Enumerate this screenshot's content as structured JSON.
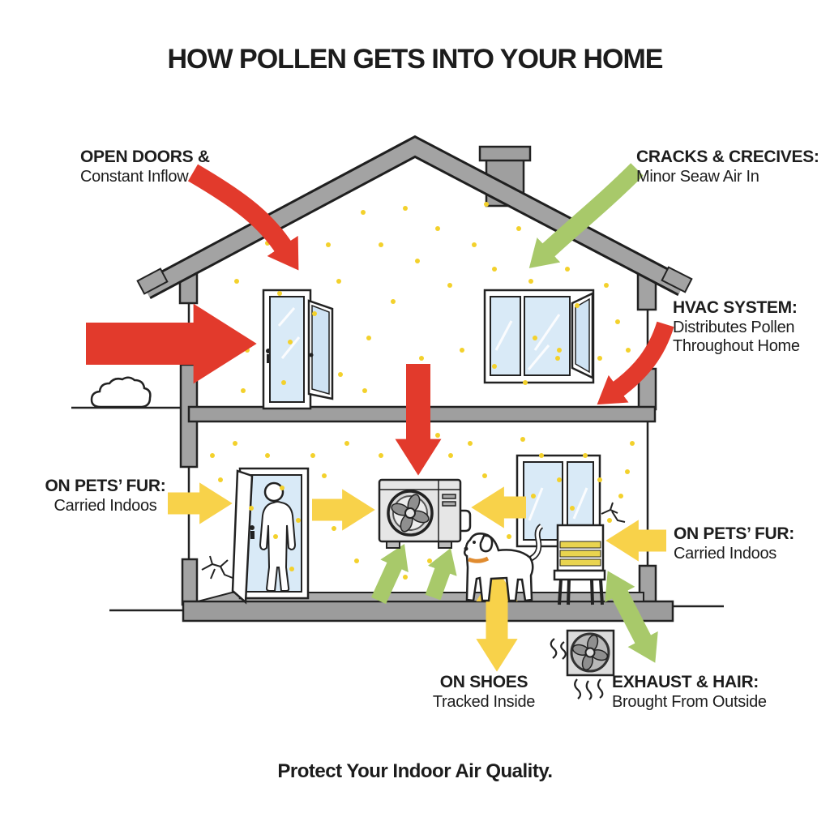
{
  "title": "HOW POLLEN GETS INTO YOUR HOME",
  "footer": "Protect Your Indoor Air Quality.",
  "labels": {
    "open_doors": {
      "heading": "OPEN DOORS &",
      "sub": "Constant Inflow"
    },
    "cracks": {
      "heading": "CRACKS & CRECIVES:",
      "sub": "Minor Seaw Air In"
    },
    "hvac": {
      "heading": "HVAC SYSTEM:",
      "sub1": "Distributes Pollen",
      "sub2": "Throughout Home"
    },
    "pets_left": {
      "heading": "ON PETS’ FUR:",
      "sub": "Carried Indoos"
    },
    "pets_right": {
      "heading": "ON PETS’ FUR:",
      "sub": "Carried Indoos"
    },
    "shoes": {
      "heading": "ON SHOES",
      "sub": "Tracked Inside"
    },
    "exhaust": {
      "heading": "EXHAUST & HAIR:",
      "sub": "Brought From Outside"
    }
  },
  "colors": {
    "arrow_red": "#e23a2c",
    "arrow_green": "#a8c96a",
    "arrow_yellow": "#f8d24a",
    "structure_gray": "#a3a3a3",
    "glass_blue": "#d9eaf7",
    "pollen_yellow": "#f3d12c",
    "text": "#1d1d1d",
    "background": "#ffffff"
  },
  "scene": {
    "type": "house-cross-section-infographic",
    "elements": [
      "house-roof",
      "chimney",
      "left-wall",
      "right-wall",
      "mid-floor",
      "ground-floor-slab",
      "upper-left-door-window",
      "upper-right-casement-window",
      "lower-left-entry-door",
      "person-silhouette",
      "hvac-outdoor-unit",
      "fan-icon",
      "dog-icon",
      "chair",
      "lower-right-window",
      "exhaust-fan-icon",
      "pollen-dots",
      "cloud-icon",
      "wall-crack-left",
      "wall-crack-right"
    ],
    "arrows": [
      {
        "name": "open-doors-inflow",
        "color": "red",
        "direction": "down-right"
      },
      {
        "name": "entry-inflow-left",
        "color": "red",
        "direction": "right"
      },
      {
        "name": "cracks-seep",
        "color": "green",
        "direction": "down-left"
      },
      {
        "name": "hvac-down",
        "color": "red",
        "direction": "down"
      },
      {
        "name": "hvac-right",
        "color": "red",
        "direction": "down-left"
      },
      {
        "name": "pets-fur-left",
        "color": "yellow",
        "direction": "right"
      },
      {
        "name": "door-to-hvac",
        "color": "yellow",
        "direction": "right"
      },
      {
        "name": "window-to-hvac",
        "color": "yellow",
        "direction": "left"
      },
      {
        "name": "pets-fur-right",
        "color": "yellow",
        "direction": "left"
      },
      {
        "name": "shoes-tracked",
        "color": "yellow",
        "direction": "vertical-double"
      },
      {
        "name": "floor-to-hvac-1",
        "color": "green",
        "direction": "up"
      },
      {
        "name": "floor-to-hvac-2",
        "color": "green",
        "direction": "up"
      },
      {
        "name": "exhaust-exchange",
        "color": "green",
        "direction": "diagonal-double"
      }
    ]
  }
}
